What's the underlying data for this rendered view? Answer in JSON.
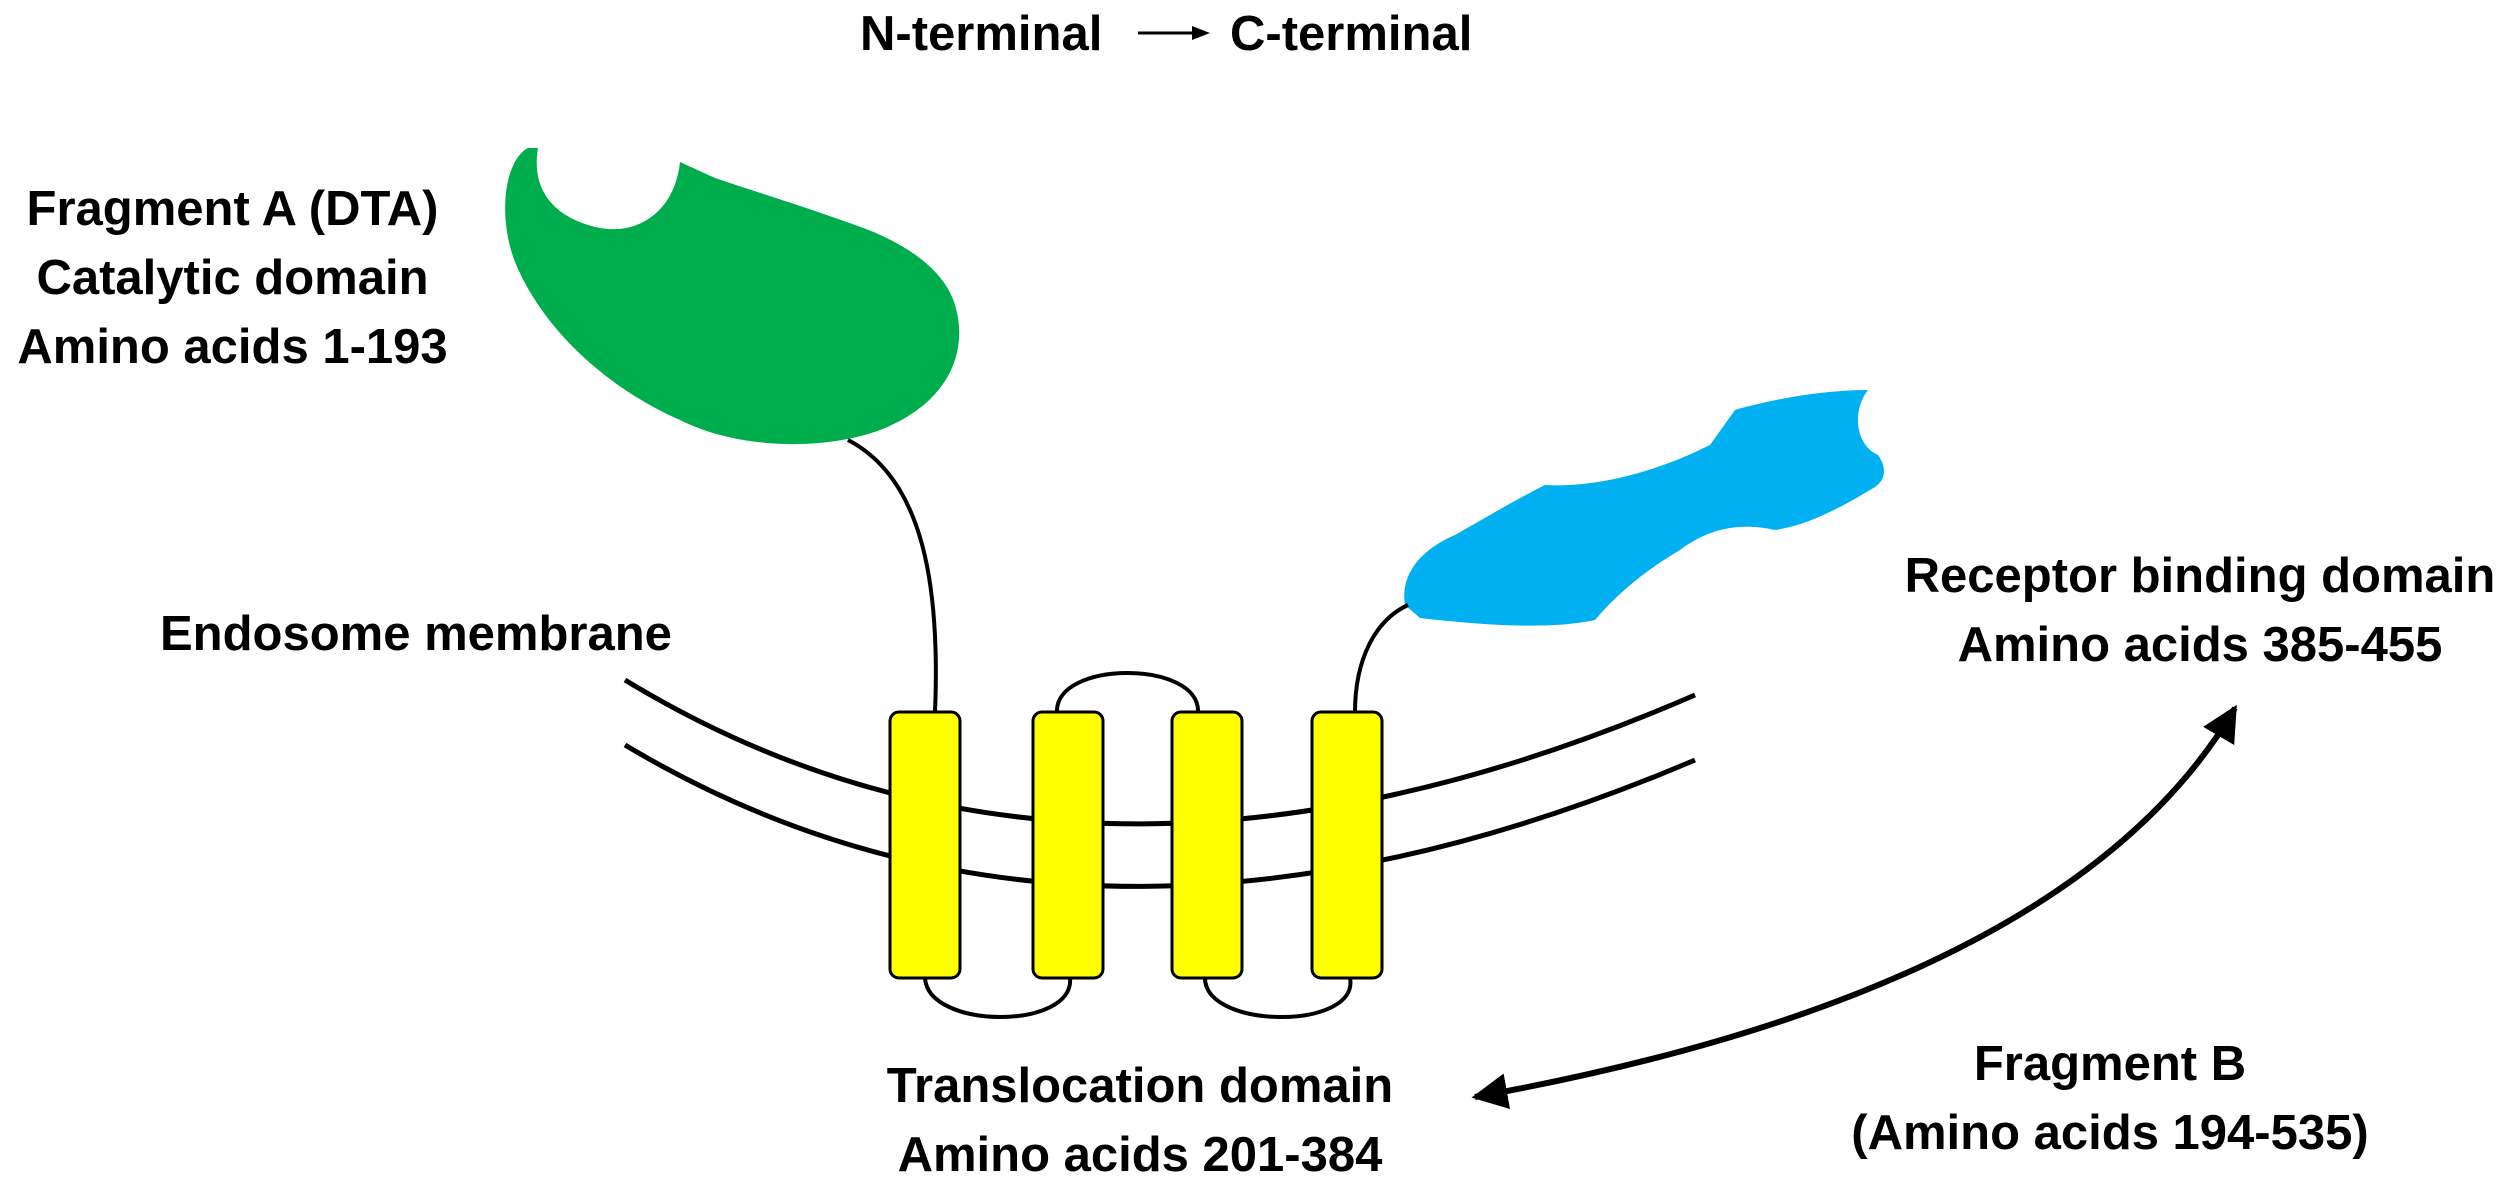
{
  "direction": {
    "start": "N-terminal",
    "end": "C-terminal"
  },
  "fragment_a": {
    "line1": "Fragment A (DTA)",
    "line2": "Catalytic domain",
    "line3": "Amino acids 1-193"
  },
  "membrane": {
    "label": "Endosome membrane"
  },
  "receptor": {
    "line1": "Receptor binding domain",
    "line2": "Amino acids 385-455"
  },
  "translocation": {
    "line1": "Translocation domain",
    "line2": "Amino acids 201-384"
  },
  "fragment_b": {
    "line1": "Fragment B",
    "line2": "(Amino acids 194-535)"
  },
  "colors": {
    "catalytic": "#00AD4D",
    "receptor": "#00B0F0",
    "helix": "#FFFF00",
    "line": "#000000"
  }
}
